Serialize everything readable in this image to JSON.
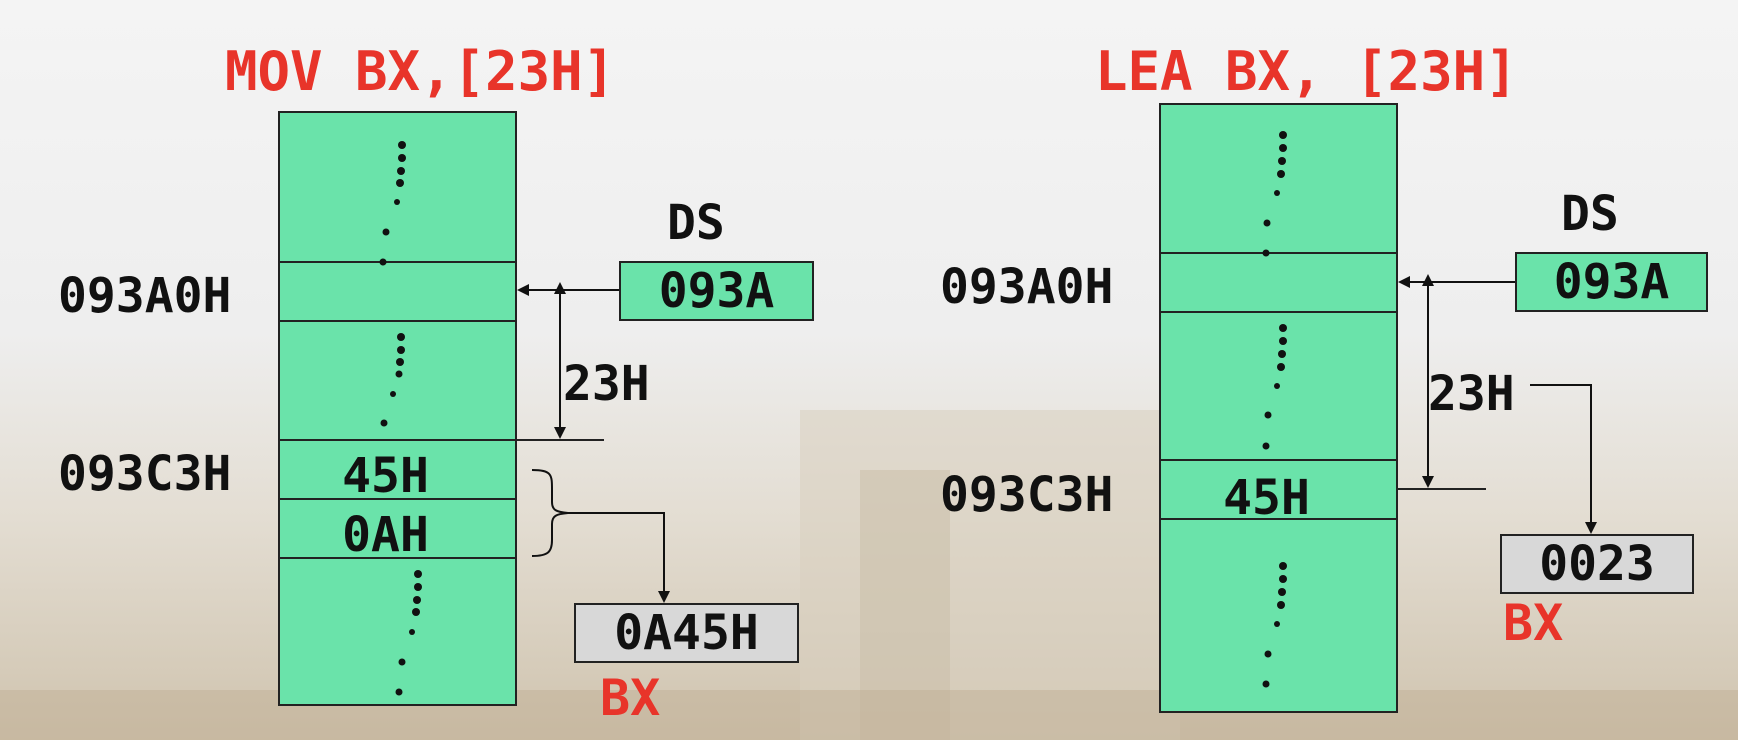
{
  "left": {
    "title": "MOV BX,[23H]",
    "addr_top": "093A0H",
    "addr_bottom": "093C3H",
    "ds_label": "DS",
    "ds_value": "093A",
    "offset_label": "23H",
    "cell_45": "45H",
    "cell_0a": "0AH",
    "bx_value": "0A45H",
    "bx_label": "BX"
  },
  "right": {
    "title": "LEA BX, [23H]",
    "addr_top": "093A0H",
    "addr_bottom": "093C3H",
    "ds_label": "DS",
    "ds_value": "093A",
    "offset_label": "23H",
    "cell_45": "45H",
    "bx_value": "0023",
    "bx_label": "BX"
  },
  "colors": {
    "memory_fill": "#6ae3aa",
    "register_grey": "#d8d8d8",
    "title_red": "#e8342a"
  }
}
